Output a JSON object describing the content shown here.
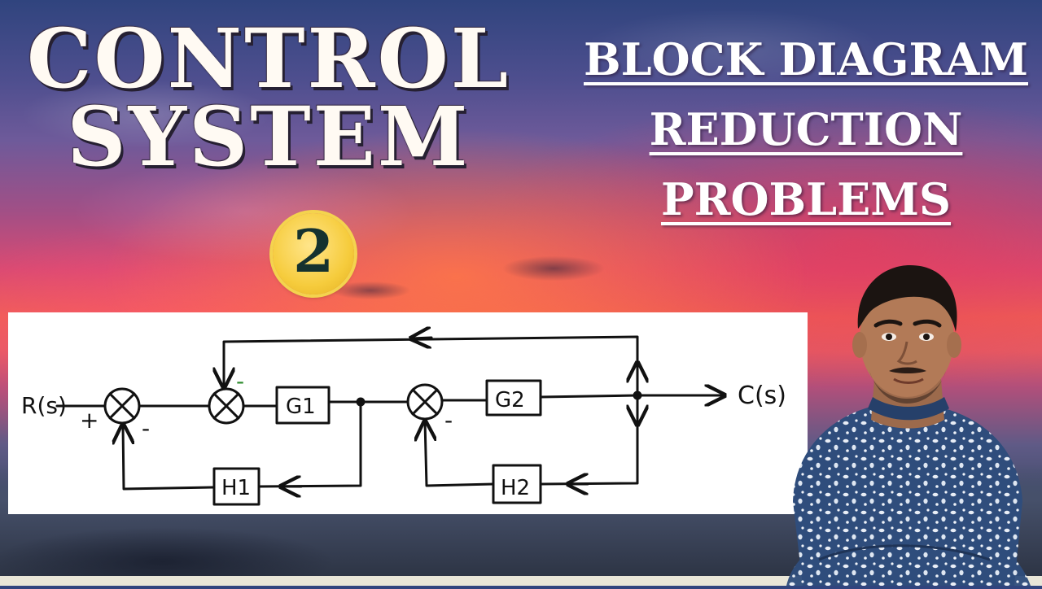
{
  "title": {
    "line1": "CONTROL",
    "line2": "SYSTEM"
  },
  "subtitle": {
    "line1": "BLOCK DIAGRAM",
    "line2": "REDUCTION",
    "line3": "PROBLEMS"
  },
  "badge": {
    "number": "2"
  },
  "diagram": {
    "input_label": "R(s)",
    "output_label": "C(s)",
    "blocks": {
      "g1": "G1",
      "g2": "G2",
      "h1": "H1",
      "h2": "H2"
    },
    "signs": {
      "sum1_input": "+",
      "sum1_feedback": "-",
      "sum2_feedback": "-",
      "sum3_feedback": "-"
    }
  },
  "colors": {
    "title_text": "#fffaf3",
    "badge": "#f6cc3d",
    "badge_text": "#15322f"
  }
}
